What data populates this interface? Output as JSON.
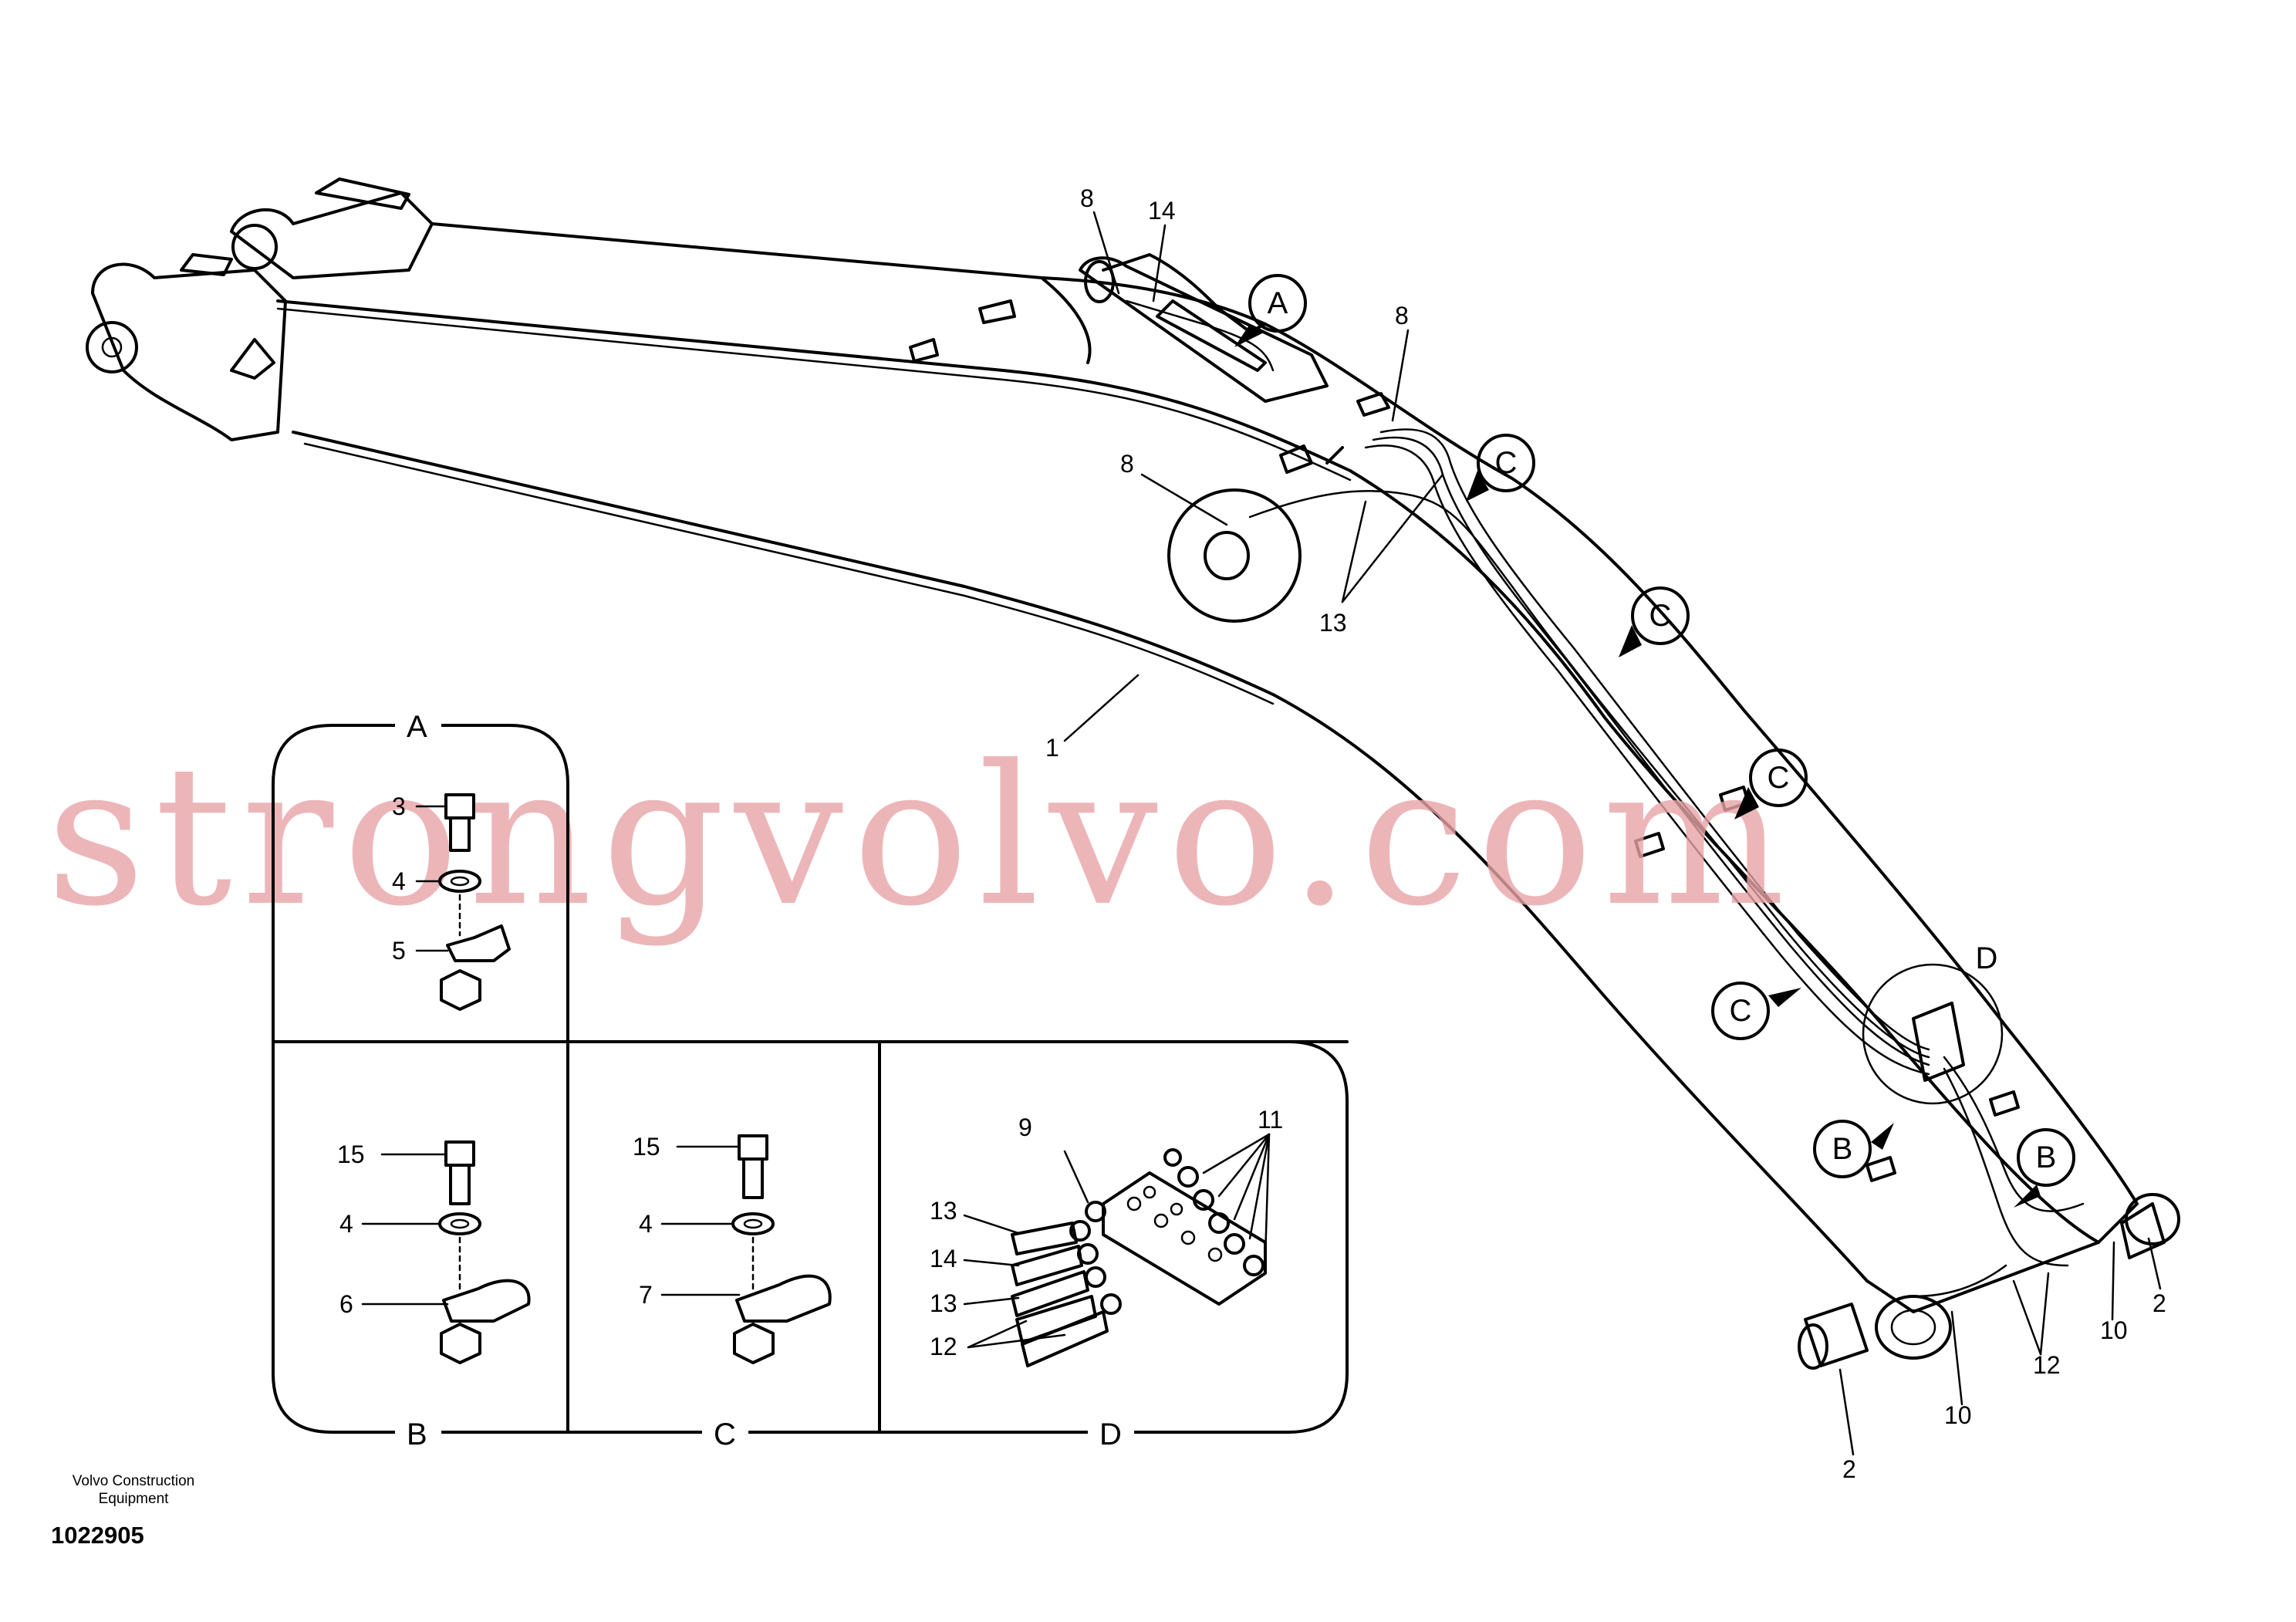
{
  "callouts": {
    "c1": "1",
    "c2a": "2",
    "c2b": "2",
    "c3": "3",
    "c4a": "4",
    "c4b": "4",
    "c4c": "4",
    "c5": "5",
    "c6": "6",
    "c7": "7",
    "c8a": "8",
    "c8b": "8",
    "c8c": "8",
    "c9": "9",
    "c10a": "10",
    "c10b": "10",
    "c11": "11",
    "c12a": "12",
    "c12b": "12",
    "c13a": "13",
    "c13b": "13",
    "c13c": "13",
    "c14a": "14",
    "c14b": "14",
    "c15a": "15",
    "c15b": "15"
  },
  "views": {
    "A": "A",
    "B": "B",
    "C": "C",
    "D": "D"
  },
  "bubbles": {
    "a": "A",
    "c1": "C",
    "c2": "C",
    "c3": "C",
    "c4": "C",
    "d": "D",
    "b1": "B",
    "b2": "B"
  },
  "watermark": "strongvolvo.com",
  "footer": {
    "company": "Volvo Construction Equipment",
    "code": "1022905"
  }
}
